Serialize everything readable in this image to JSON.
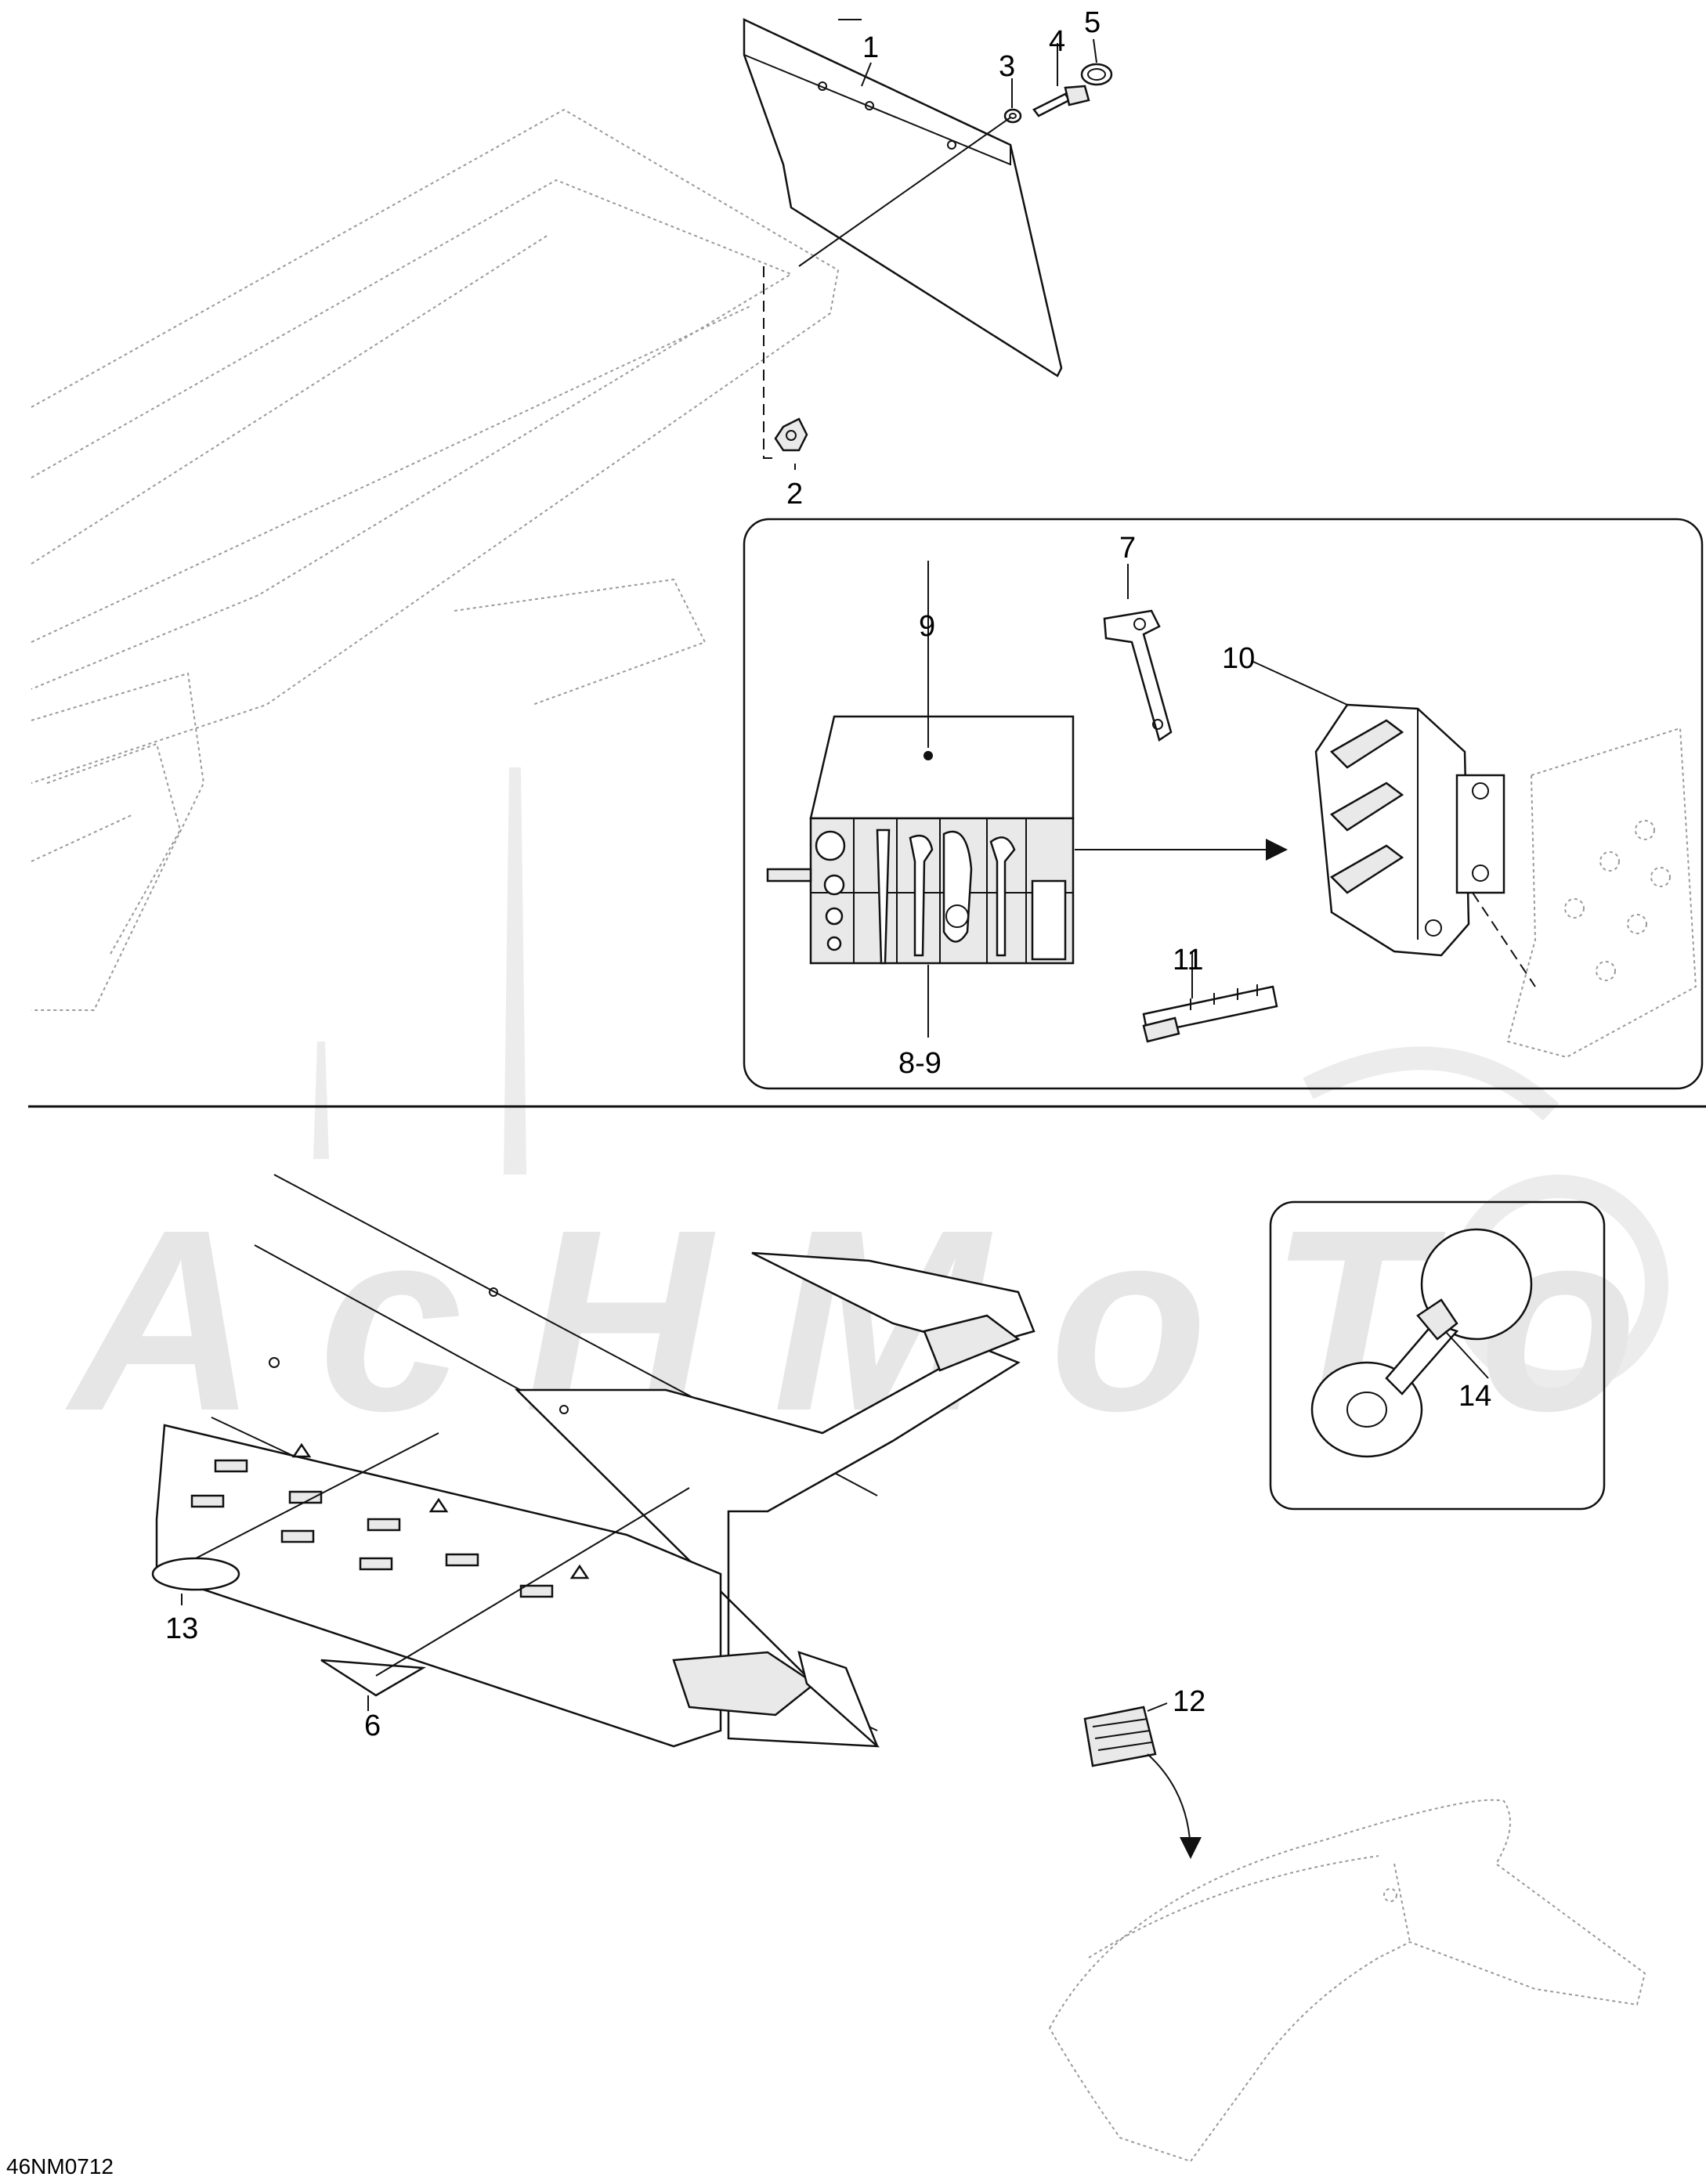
{
  "watermark": "AcHMoTo",
  "drawing_ref": "46NM0712",
  "callouts": {
    "c1": "1",
    "c2": "2",
    "c3": "3",
    "c4": "4",
    "c5": "5",
    "c6": "6",
    "c7": "7",
    "c8_9": "8-9",
    "c9": "9",
    "c10": "10",
    "c11": "11",
    "c12": "12",
    "c13": "13",
    "c14": "14"
  }
}
